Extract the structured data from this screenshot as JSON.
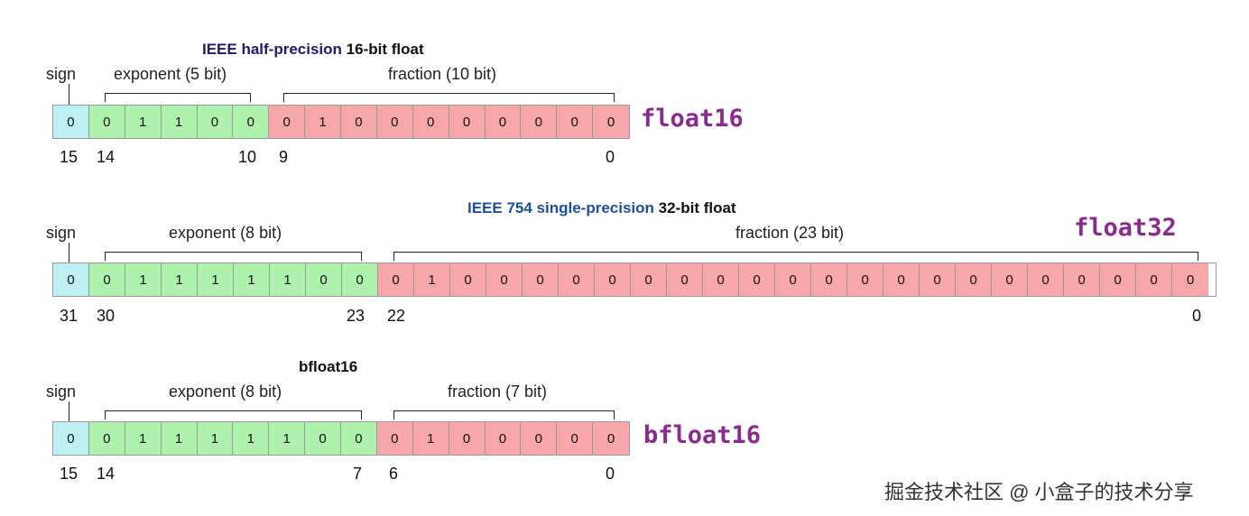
{
  "formats": [
    {
      "id": "float16",
      "title_accent": "IEEE half-precision",
      "title_rest": " 16-bit float",
      "accent_color": "#1f1b6b",
      "sign_label": "sign",
      "exponent_label": "exponent (5 bit)",
      "fraction_label": "fraction (10 bit)",
      "tag": "float16",
      "sign_bits": [
        "0"
      ],
      "exponent_bits": [
        "0",
        "1",
        "1",
        "0",
        "0"
      ],
      "fraction_bits": [
        "0",
        "1",
        "0",
        "0",
        "0",
        "0",
        "0",
        "0",
        "0",
        "0"
      ],
      "bit_positions": {
        "sign": "15",
        "exp_start": "14",
        "exp_end": "10",
        "frac_start": "9",
        "frac_end": "0"
      }
    },
    {
      "id": "float32",
      "title_accent": "IEEE 754 single-precision",
      "title_rest": " 32-bit float",
      "accent_color": "#1f4f9c",
      "sign_label": "sign",
      "exponent_label": "exponent (8 bit)",
      "fraction_label": "fraction (23 bit)",
      "tag": "float32",
      "sign_bits": [
        "0"
      ],
      "exponent_bits": [
        "0",
        "1",
        "1",
        "1",
        "1",
        "1",
        "0",
        "0"
      ],
      "fraction_bits": [
        "0",
        "1",
        "0",
        "0",
        "0",
        "0",
        "0",
        "0",
        "0",
        "0",
        "0",
        "0",
        "0",
        "0",
        "0",
        "0",
        "0",
        "0",
        "0",
        "0",
        "0",
        "0",
        "0"
      ],
      "bit_positions": {
        "sign": "31",
        "exp_start": "30",
        "exp_end": "23",
        "frac_start": "22",
        "frac_end": "0"
      }
    },
    {
      "id": "bfloat16",
      "title_accent": "",
      "title_rest": "bfloat16",
      "accent_color": "#111111",
      "sign_label": "sign",
      "exponent_label": "exponent (8 bit)",
      "fraction_label": "fraction (7 bit)",
      "tag": "bfloat16",
      "sign_bits": [
        "0"
      ],
      "exponent_bits": [
        "0",
        "1",
        "1",
        "1",
        "1",
        "1",
        "0",
        "0"
      ],
      "fraction_bits": [
        "0",
        "1",
        "0",
        "0",
        "0",
        "0",
        "0"
      ],
      "bit_positions": {
        "sign": "15",
        "exp_start": "14",
        "exp_end": "7",
        "frac_start": "6",
        "frac_end": "0"
      }
    }
  ],
  "colors": {
    "sign": "#bdeff3",
    "exponent": "#aef2ae",
    "fraction": "#f7a7a7",
    "tag": "#8b2a8e"
  },
  "watermark": "掘金技术社区 @ 小盒子的技术分享"
}
